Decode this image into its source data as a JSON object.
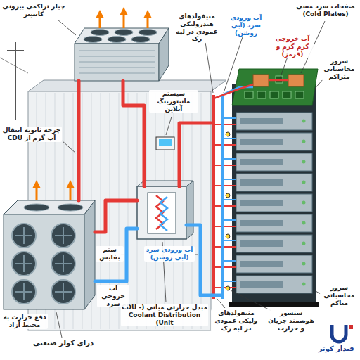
{
  "diagram": {
    "nodes": [
      {
        "text": [
          "چیلر تراکمی بیرونی کانتینر"
        ]
      },
      {
        "text": [
          "درای کولر صنعتی"
        ]
      },
      {
        "text": [
          "مبدل حرارتی میانی (CDU - Coolant Distribution Unit)"
        ]
      },
      {
        "text": [
          "سرور محاسباتی متراکم"
        ]
      }
    ],
    "edges": [
      {
        "from": 0,
        "to": 1,
        "arrow": "none"
      },
      {
        "from": 2,
        "to": 0,
        "arrow": "none"
      },
      {
        "from": 2,
        "to": 3,
        "arrow": "none"
      },
      {
        "from": 2,
        "to": 3,
        "arrow": "none"
      },
      {
        "from": 1,
        "to": 2,
        "arrow": "none"
      },
      {
        "from": 2,
        "to": 1,
        "arrow": "none"
      }
    ],
    "labels": [
      "منیفولدهای هیدرولیکی عمودی در لبه رک",
      "آب ورودی سرد (آبی روشن)",
      "صفحات سرد مسی (Cold Plates)",
      "آب خروجی گرم گرم و (قرمز)",
      "سیستم مانیتورینگ آنلاین",
      "چرخه ثانویه انتقال آب گرم از CDU",
      "ستم بفابس",
      "آب ورودی سرد (آبی روشن)",
      "آب خروجی سرد",
      "منیفولدهای ولیکی عمودی در لبه رک",
      "سنسور هوشمند جریان و حرارت",
      "سرور محاسباتی متاکم",
      "دفع حرارت به محیط آزاد",
      "فیدار کوثر"
    ]
  }
}
